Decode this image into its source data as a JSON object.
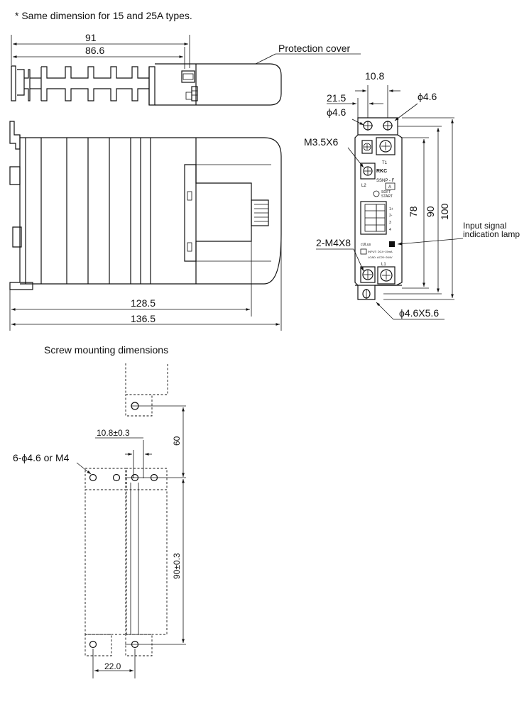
{
  "note": "* Same dimension for 15 and 25A types.",
  "top_view": {
    "dim_overall": "91",
    "dim_body": "86.6",
    "protection_cover_label": "Protection cover"
  },
  "side_view": {
    "dim_body": "128.5",
    "dim_overall": "136.5"
  },
  "front_view": {
    "dim_screw_pitch": "10.8",
    "dim_offset": "21.5",
    "hole_right": "ϕ4.6",
    "hole_left": "ϕ4.6",
    "screw_label": "M3.5X6",
    "dim_78": "78",
    "dim_90": "90",
    "dim_100": "100",
    "lamp_label_line1": "Input signal",
    "lamp_label_line2": "indication lamp",
    "terminal_label": "2-M4X8",
    "slot_label": "ϕ4.6X5.6",
    "device_texts": {
      "t1": "T1",
      "brand": "RKC",
      "model": "SSNP - F",
      "l2": "L2",
      "a": "A",
      "soft": "SOFT",
      "start": "START",
      "pin1": "1+",
      "pin2": "2-",
      "pin3": "3",
      "pin4": "4",
      "input": "INPUT: DC4~15mA",
      "load": "LOAD: AC20~264V",
      "l1": "L1"
    }
  },
  "mounting": {
    "title": "Screw mounting dimensions",
    "dim_pitch": "10.8±0.3",
    "dim_60": "60",
    "hole_label": "6-ϕ4.6 or M4",
    "dim_90": "90±0.3",
    "dim_22": "22.0"
  }
}
